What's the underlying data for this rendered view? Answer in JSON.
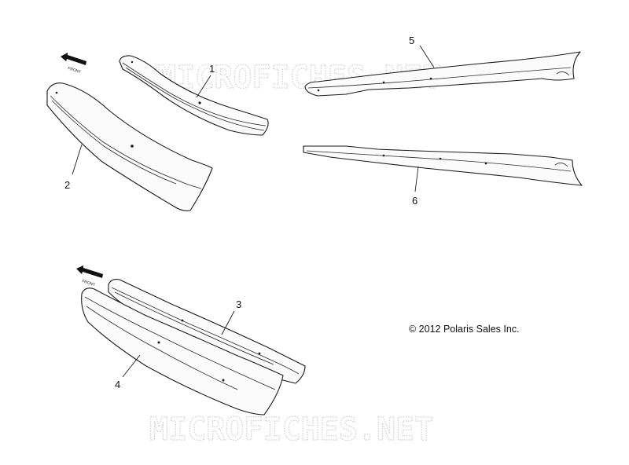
{
  "watermark": "MICROFICHES.NET",
  "copyright": "© 2012 Polaris Sales Inc.",
  "direction_label": "FRONT",
  "callouts": [
    "1",
    "2",
    "3",
    "4",
    "5",
    "6"
  ]
}
